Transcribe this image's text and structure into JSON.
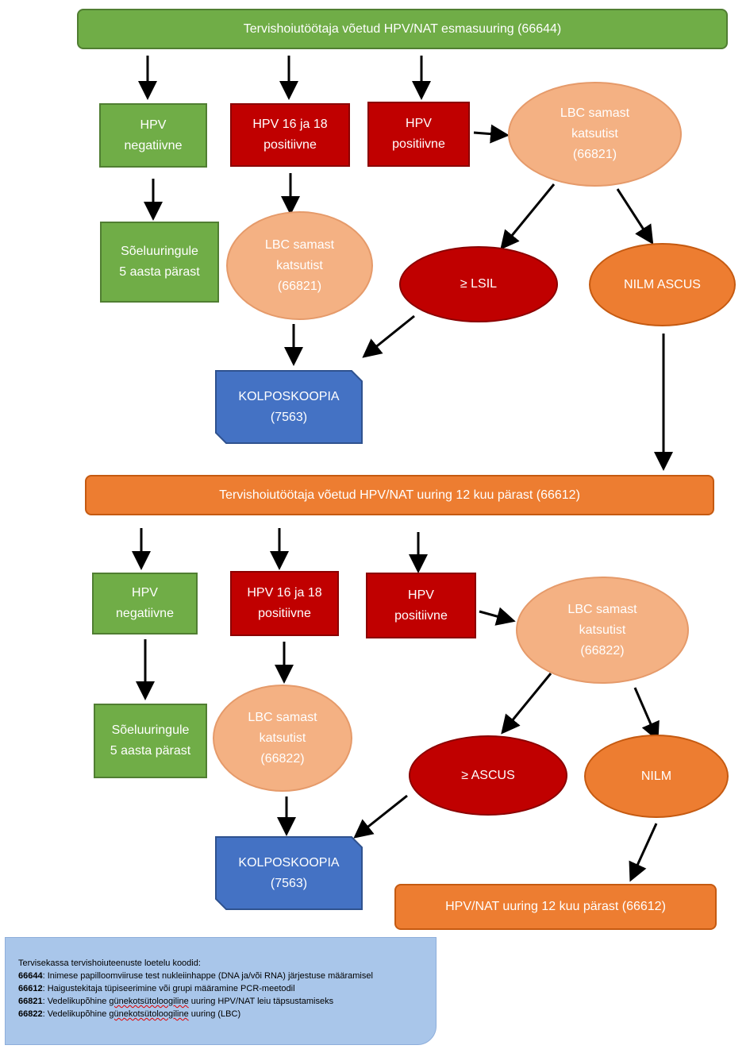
{
  "top_bar": "Tervishoiutöötaja võetud HPV/NAT esmasuuring (66644)",
  "round1": {
    "hpv_negative": "HPV\nnegatiivne",
    "hpv_16_18": "HPV 16  ja 18\npositiivne",
    "hpv_positive": "HPV\npositiivne",
    "lbc_right": "LBC samast\nkatsutist\n(66821)",
    "screening": "Sõeluuringule\n5 aasta pärast",
    "lbc_mid": "LBC samast\nkatsutist\n(66821)",
    "lsil": "≥ LSIL",
    "nilm_ascus": "NILM ASCUS",
    "kolposkoopia": "KOLPOSKOOPIA\n(7563)"
  },
  "middle_bar": "Tervishoiutöötaja võetud HPV/NAT uuring 12 kuu pärast (66612)",
  "round2": {
    "hpv_negative": "HPV\nnegatiivne",
    "hpv_16_18": "HPV 16  ja 18\npositiivne",
    "hpv_positive": "HPV\npositiivne",
    "lbc_right": "LBC samast\nkatsutist\n(66822)",
    "screening": "Sõeluuringule\n5 aasta pärast",
    "lbc_mid": "LBC samast\nkatsutist\n(66822)",
    "ascus": "≥ ASCUS",
    "nilm": "NILM",
    "kolposkoopia": "KOLPOSKOOPIA\n(7563)",
    "followup": "HPV/NAT uuring 12 kuu pärast (66612)"
  },
  "legend": {
    "title": "Tervisekassa tervishoiuteenuste loetelu koodid:",
    "rows": [
      {
        "code": "66644",
        "text": ": Inimese papilloomviiruse test nukleiinhappe (DNA ja/või RNA) järjestuse määramisel"
      },
      {
        "code": "66612",
        "text": ": Haigustekitaja tüpiseerimine või grupi määramine PCR-meetodil"
      },
      {
        "code": "66821",
        "text_pre": ": Vedelikupõhine ",
        "text_flag": "günekotsütoloogiline",
        "text_post": " uuring HPV/NAT leiu täpsustamiseks"
      },
      {
        "code": "66822",
        "text_pre": ": Vedelikupõhine ",
        "text_flag": "günekotsütoloogiline",
        "text_post": " uuring (LBC)"
      }
    ]
  },
  "colors": {
    "green": "#70ad47",
    "red": "#c00000",
    "peach": "#f4b183",
    "orange": "#ed7d31",
    "blue": "#4472c4",
    "legend_bg": "#a9c6ea"
  }
}
